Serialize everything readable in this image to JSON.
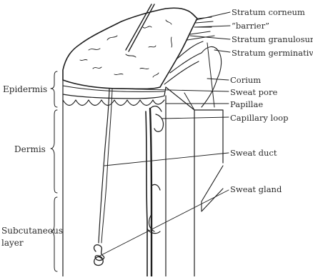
{
  "labels": {
    "stratum_corneum": "Stratum corneum",
    "barrier": "“barrier”",
    "stratum_granulosum": "Stratum granulosum",
    "stratum_germinativum": "Stratum germinativum",
    "corium": "Corium",
    "sweat_pore": "Sweat pore",
    "papillae": "Papillae",
    "capillary_loop": "Capillary loop",
    "sweat_duct": "Sweat duct",
    "sweat_gland": "Sweat gland"
  },
  "regions": {
    "epidermis": "Epidermis",
    "dermis": "Dermis",
    "subcutaneous_line1": "Subcutaneous",
    "subcutaneous_line2": "layer"
  }
}
